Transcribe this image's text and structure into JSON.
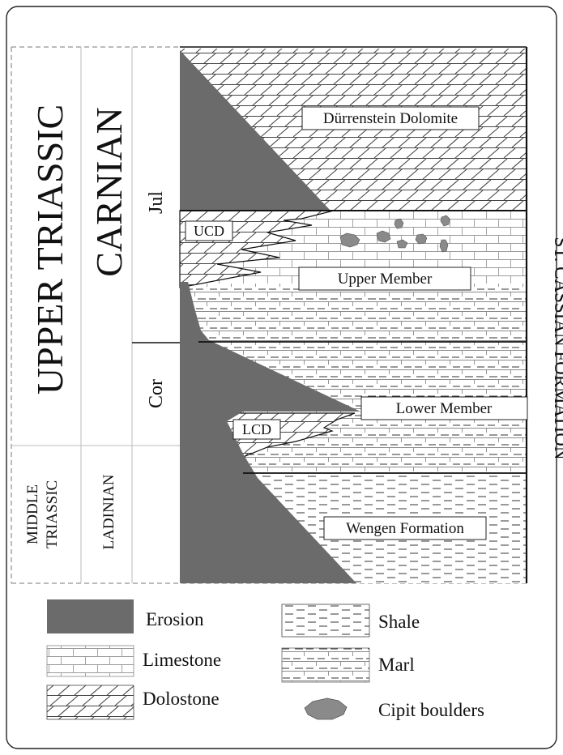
{
  "columns": {
    "period_upper": "UPPER TRIASSIC",
    "period_middle_line1": "MIDDLE",
    "period_middle_line2": "TRIASSIC",
    "stage_carnian": "CARNIAN",
    "stage_ladinian": "LADINIAN",
    "substage_jul": "Jul",
    "substage_cor": "Cor"
  },
  "units": {
    "durrenstein": "Dürrenstein Dolomite",
    "ucd": "UCD",
    "upper_member": "Upper Member",
    "lower_member": "Lower Member",
    "lcd": "LCD",
    "wengen": "Wengen Formation",
    "st_cassian": "ST. CASSIAN FORMATION"
  },
  "legend": {
    "erosion": "Erosion",
    "limestone": "Limestone",
    "dolostone": "Dolostone",
    "shale": "Shale",
    "marl": "Marl",
    "cipit": "Cipit boulders"
  },
  "colors": {
    "erosion": "#6b6b6b",
    "line": "#111111",
    "pattern": "#555555",
    "boulder": "#8a8a8a"
  }
}
